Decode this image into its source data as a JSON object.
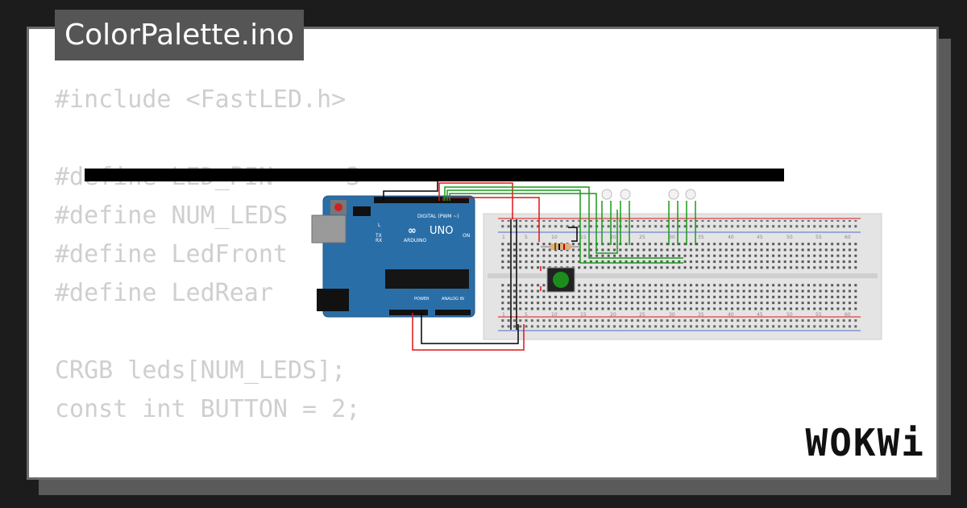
{
  "filename": "ColorPalette.ino",
  "code_lines": [
    "#include <FastLED.h>",
    "",
    "#define LED_PIN     3",
    "#define NUM_LEDS",
    "#define LedFront",
    "#define LedRear",
    "",
    "CRGB leds[NUM_LEDS];",
    "const int BUTTON = 2;"
  ],
  "brand": "WOKWi",
  "arduino": {
    "label_uno": "UNO",
    "label_arduino": "ARDUINO",
    "label_digital": "DIGITAL (PWM ~)",
    "label_analog": "ANALOG IN",
    "label_power": "POWER",
    "label_tx": "TX",
    "label_rx": "RX",
    "label_on": "ON",
    "label_l": "L"
  },
  "breadboard": {
    "column_numbers": [
      "1",
      "5",
      "10",
      "15",
      "20",
      "25",
      "30",
      "35",
      "40",
      "45",
      "50",
      "55",
      "60"
    ]
  },
  "colors": {
    "board_blue": "#2a6ea8",
    "wire_red": "#e01515",
    "wire_green": "#1a9a1a",
    "wire_black": "#000000",
    "button_green": "#1c8c1c"
  }
}
